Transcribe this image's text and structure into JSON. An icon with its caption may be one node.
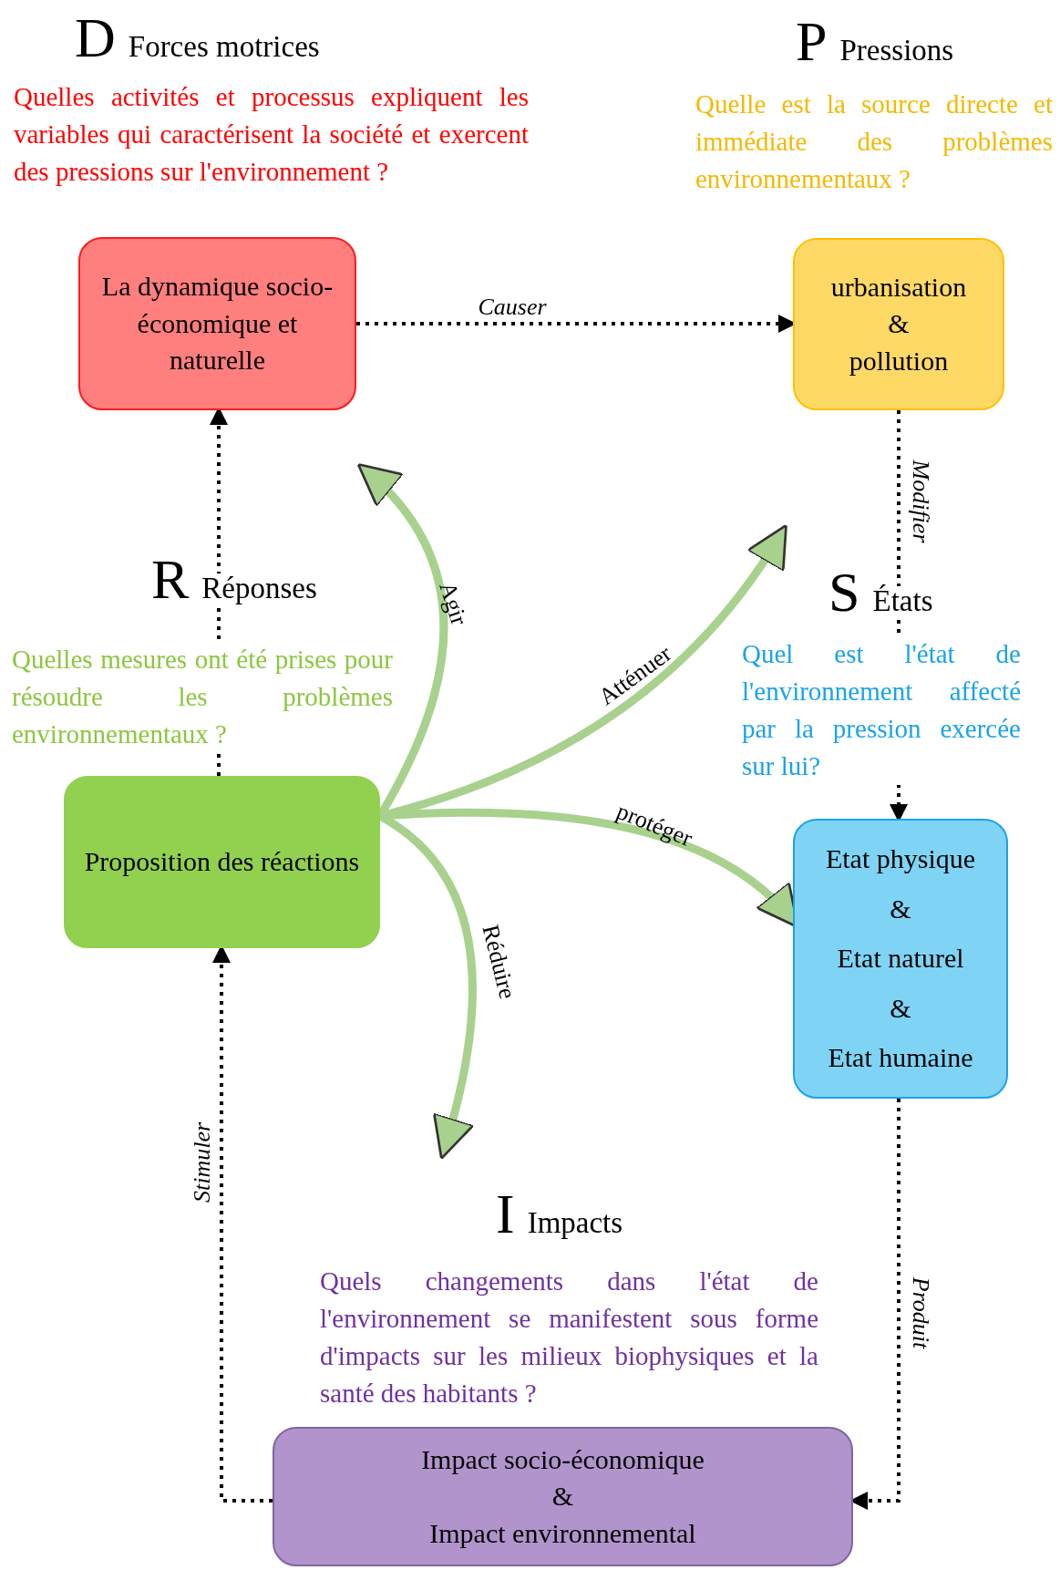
{
  "diagram": {
    "nodes": [
      {
        "text": [
          "La dynamique socio-économique et naturelle"
        ],
        "beside": [
          "D",
          "Forces motrices",
          "Quelles activités et processus expliquent les variables qui caractérisent la société et exercent des pressions sur l'environnement ?"
        ]
      },
      {
        "text": [
          "urbanisation",
          "&",
          "pollution"
        ],
        "beside": [
          "P",
          "Pressions",
          "Quelle est la source directe et immédiate des problèmes environnementaux ?"
        ]
      },
      {
        "text": [
          "Etat physique",
          "&",
          "Etat naturel",
          "&",
          "Etat humaine"
        ],
        "beside": [
          "S",
          "États",
          "Quel est l'état de l'environnement affecté par la pression exercée sur lui?"
        ]
      },
      {
        "text": [
          "Proposition des réactions"
        ],
        "beside": [
          "R",
          "Réponses",
          "Quelles mesures ont été prises pour résoudre les problèmes environnementaux ?"
        ]
      },
      {
        "text": [
          "Impact  socio-économique",
          "&",
          "Impact environnemental"
        ],
        "beside": [
          "I",
          "Impacts",
          "Quels changements dans l'état de l'environnement se manifestent sous forme d'impacts sur les milieux biophysiques et la santé des habitants ?"
        ]
      }
    ],
    "edges": [
      {
        "from": 0,
        "to": 1,
        "arrow": "to",
        "label": "Causer",
        "style": "dashed"
      },
      {
        "from": 1,
        "to": 2,
        "arrow": "to",
        "label": "Modifier",
        "style": "dashed"
      },
      {
        "from": 2,
        "to": 4,
        "arrow": "to",
        "label": "Produit",
        "style": "dashed"
      },
      {
        "from": 4,
        "to": 3,
        "arrow": "to",
        "label": "Stimuler",
        "style": "dashed"
      },
      {
        "from": 3,
        "to": 0,
        "arrow": "to",
        "style": "dashed"
      },
      {
        "from": 3,
        "to": null,
        "arrow": "to",
        "label": "Agir",
        "style": "thick",
        "color": "#a9d18e"
      },
      {
        "from": 3,
        "to": 2,
        "arrow": "to",
        "label": "Atténuer",
        "style": "thick",
        "color": "#a9d18e"
      },
      {
        "from": 3,
        "to": 2,
        "arrow": "to",
        "label": "protéger",
        "style": "thick",
        "color": "#a9d18e"
      },
      {
        "from": 3,
        "to": 4,
        "arrow": "to",
        "label": "Réduire",
        "style": "thick",
        "color": "#a9d18e"
      }
    ]
  }
}
